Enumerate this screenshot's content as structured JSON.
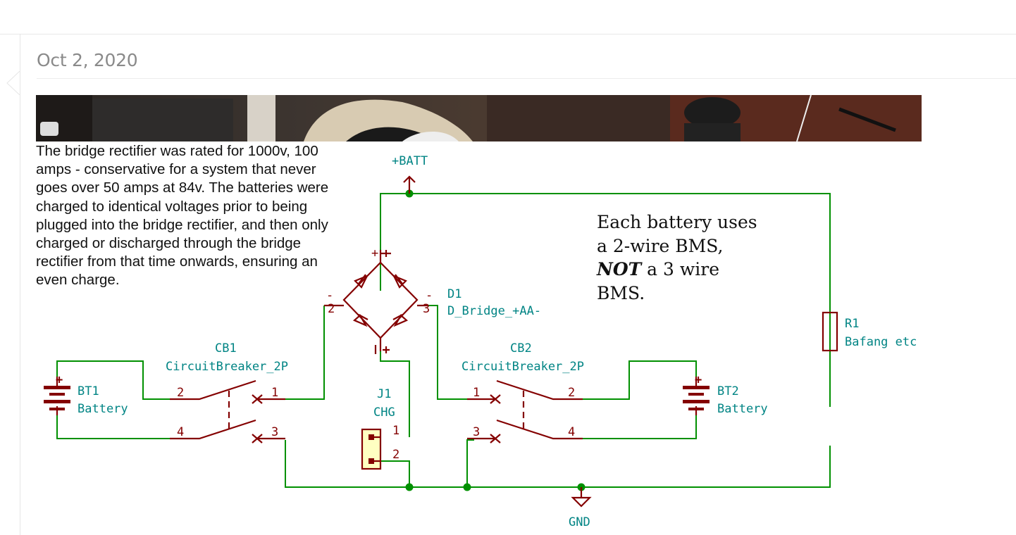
{
  "post": {
    "date": "Oct 2, 2020"
  },
  "attachment": {
    "note_left": "The bridge rectifier was rated for 1000v, 100 amps - conservative for a system that never goes over 50 amps at 84v. The batteries were charged to identical voltages prior to being plugged into the bridge rectifier, and then only charged or discharged through the bridge rectifier from that time onwards, ensuring an even charge.",
    "note_right": {
      "line1": "Each battery uses",
      "line2": "a 2-wire BMS,",
      "emphasis": "NOT",
      "line3_rest": " a 3 wire",
      "line4": "BMS."
    },
    "net_labels": {
      "batt_plus": "+BATT",
      "gnd": "GND"
    },
    "components": {
      "d1_ref": "D1",
      "d1_value": "D_Bridge_+AA-",
      "r1_ref": "R1",
      "r1_value": "Bafang etc",
      "j1_ref": "J1",
      "j1_value": "CHG",
      "cb1_ref": "CB1",
      "cb1_value": "CircuitBreaker_2P",
      "cb2_ref": "CB2",
      "cb2_value": "CircuitBreaker_2P",
      "bt1_ref": "BT1",
      "bt1_value": "Battery",
      "bt2_ref": "BT2",
      "bt2_value": "Battery"
    },
    "pins": {
      "d1_plus": "+",
      "d1_minus_left": "-",
      "d1_minus_right": "-",
      "d1_pin2": "2",
      "d1_pin3": "3",
      "bat_plus": "+",
      "cb_p1": "1",
      "cb_p2": "2",
      "cb_p3": "3",
      "cb_p4": "4",
      "j1_p1": "1",
      "j1_p2": "2"
    },
    "colors": {
      "wire": "#009000",
      "component": "#840000",
      "label": "#008484",
      "connector_fill": "#ffffc2"
    }
  }
}
